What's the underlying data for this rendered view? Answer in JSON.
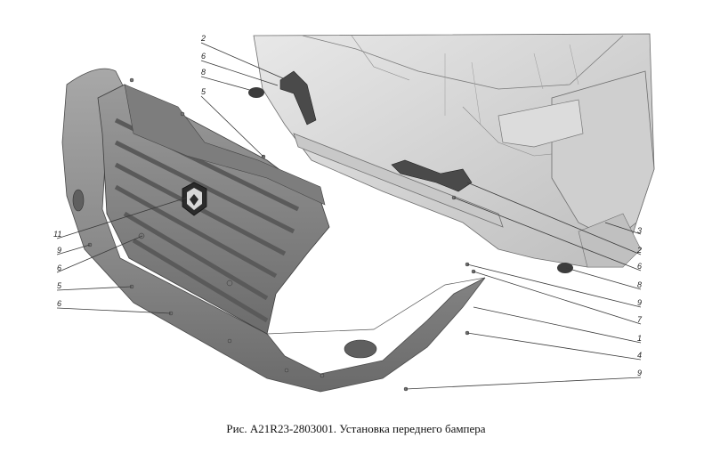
{
  "caption": "Рис. А21R23-2803001. Установка переднего бампера",
  "callouts": {
    "c2_top": "2",
    "c6_top": "6",
    "c8_top": "8",
    "c5_top": "5",
    "c11": "11",
    "c9_left": "9",
    "c6_left": "6",
    "c5_left": "5",
    "c6_bottom": "6",
    "c3": "3",
    "c2_right": "2",
    "c6_right": "6",
    "c8_right": "8",
    "c9_right": "9",
    "c7": "7",
    "c1": "1",
    "c4": "4",
    "c9_bottom": "9"
  },
  "colors": {
    "bumper": "#8c8c8c",
    "bumper_dark": "#666666",
    "frame": "#d4d4d4",
    "frame_edge": "#6e6e6e",
    "bracket": "#4a4a4a"
  }
}
